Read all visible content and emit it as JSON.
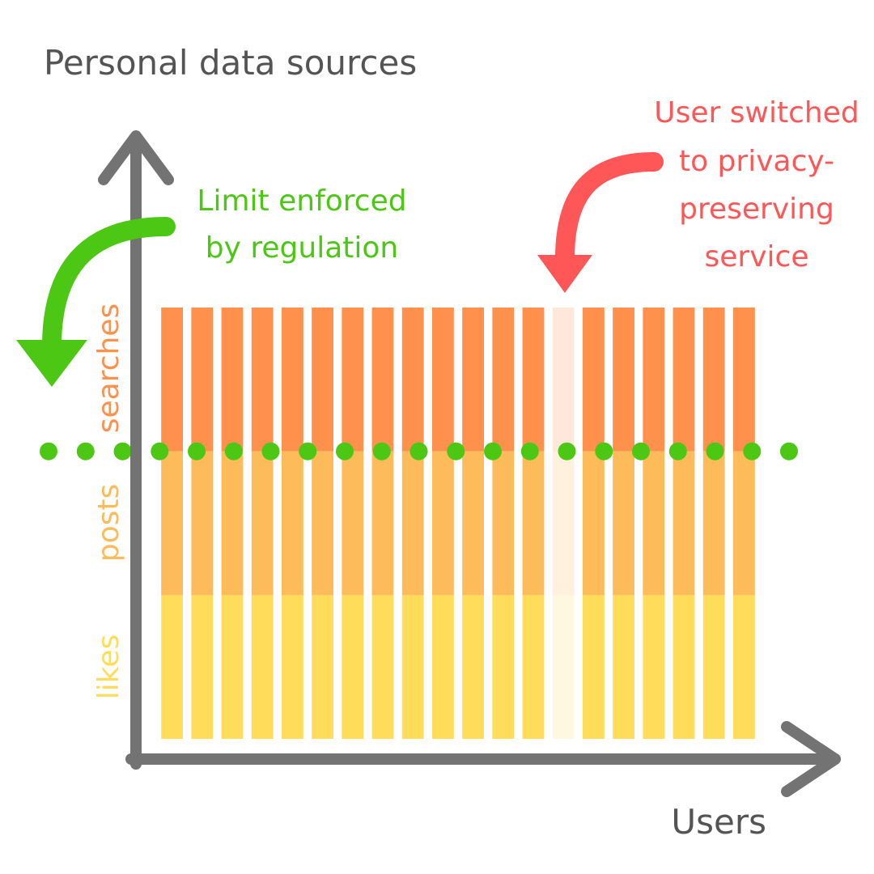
{
  "chart_data": {
    "type": "bar",
    "stacked": true,
    "title": "",
    "ylabel": "Personal data sources",
    "xlabel": "Users",
    "user_count": 20,
    "highlighted_user_index": 13,
    "grid": false,
    "legend": "none",
    "series": [
      {
        "name": "likes",
        "value_per_user": 1,
        "color": "#FFDD5A"
      },
      {
        "name": "posts",
        "value_per_user": 1,
        "color": "#FDBB5A"
      },
      {
        "name": "searches",
        "value_per_user": 1,
        "color": "#FF914D"
      }
    ],
    "highlight_colors": {
      "likes": "#FFF8E1",
      "posts": "#FFF1DE",
      "searches": "#FFE8DA"
    },
    "limit": {
      "value": 2,
      "label_lines": [
        "Limit enforced",
        "by regulation"
      ],
      "color": "#4CC714"
    },
    "annotation": {
      "label_lines": [
        "User switched",
        "to privacy-",
        "preserving",
        "service"
      ],
      "color": "#FF5757"
    },
    "axis_color": "#737373",
    "label_color": "#545454"
  }
}
